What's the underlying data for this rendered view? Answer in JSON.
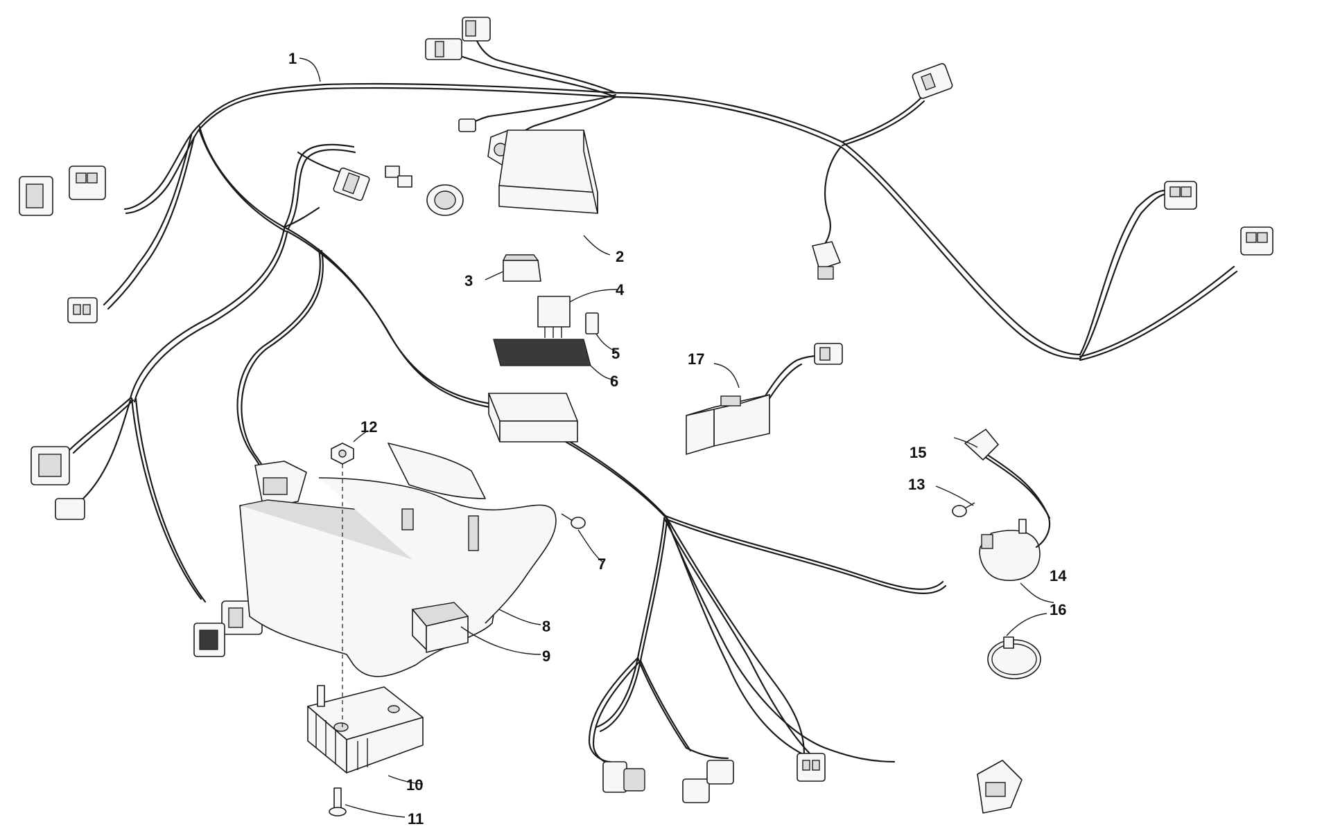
{
  "diagram": {
    "callouts": [
      {
        "id": "c1",
        "label": "1"
      },
      {
        "id": "c2",
        "label": "2"
      },
      {
        "id": "c3",
        "label": "3"
      },
      {
        "id": "c4",
        "label": "4"
      },
      {
        "id": "c5",
        "label": "5"
      },
      {
        "id": "c6",
        "label": "6"
      },
      {
        "id": "c7",
        "label": "7"
      },
      {
        "id": "c8",
        "label": "8"
      },
      {
        "id": "c9",
        "label": "9"
      },
      {
        "id": "c10",
        "label": "10"
      },
      {
        "id": "c11",
        "label": "11"
      },
      {
        "id": "c12",
        "label": "12"
      },
      {
        "id": "c13",
        "label": "13"
      },
      {
        "id": "c14",
        "label": "14"
      },
      {
        "id": "c15",
        "label": "15"
      },
      {
        "id": "c16",
        "label": "16"
      },
      {
        "id": "c17",
        "label": "17"
      }
    ],
    "colors": {
      "line": "#1a1a1a",
      "background": "#ffffff"
    }
  }
}
